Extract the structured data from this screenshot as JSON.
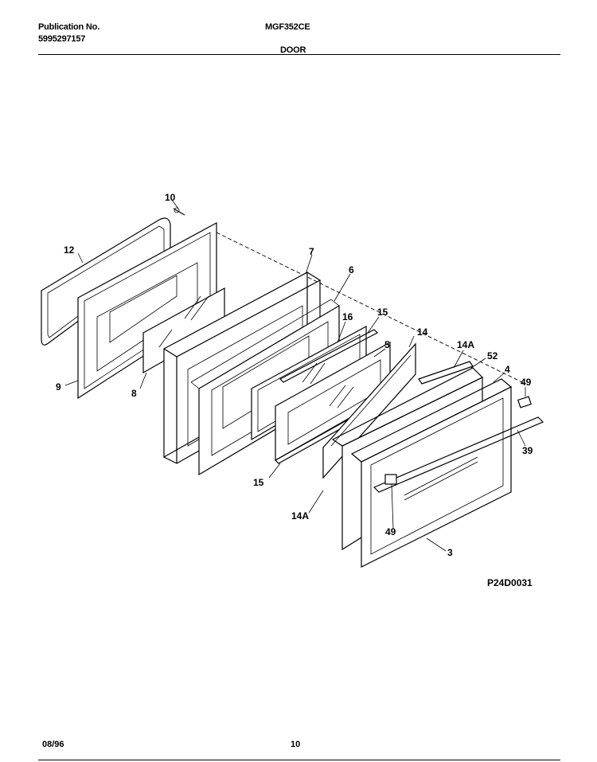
{
  "header": {
    "publication_label": "Publication No.",
    "publication_number": "5995297157",
    "model": "MGF352CE",
    "section_title": "DOOR"
  },
  "diagram": {
    "drawing_code": "P24D0031",
    "callouts": [
      {
        "id": "c10",
        "text": "10"
      },
      {
        "id": "c12",
        "text": "12"
      },
      {
        "id": "c7",
        "text": "7"
      },
      {
        "id": "c6",
        "text": "6"
      },
      {
        "id": "c15a",
        "text": "15"
      },
      {
        "id": "c16",
        "text": "16"
      },
      {
        "id": "c14",
        "text": "14"
      },
      {
        "id": "c5",
        "text": "5"
      },
      {
        "id": "c14a_top",
        "text": "14A"
      },
      {
        "id": "c52",
        "text": "52"
      },
      {
        "id": "c4",
        "text": "4"
      },
      {
        "id": "c49_right",
        "text": "49"
      },
      {
        "id": "c39",
        "text": "39"
      },
      {
        "id": "c9",
        "text": "9"
      },
      {
        "id": "c8",
        "text": "8"
      },
      {
        "id": "c15b",
        "text": "15"
      },
      {
        "id": "c14a_bottom",
        "text": "14A"
      },
      {
        "id": "c49_bottom",
        "text": "49"
      },
      {
        "id": "c3",
        "text": "3"
      }
    ]
  },
  "footer": {
    "date": "08/96",
    "page": "10"
  }
}
